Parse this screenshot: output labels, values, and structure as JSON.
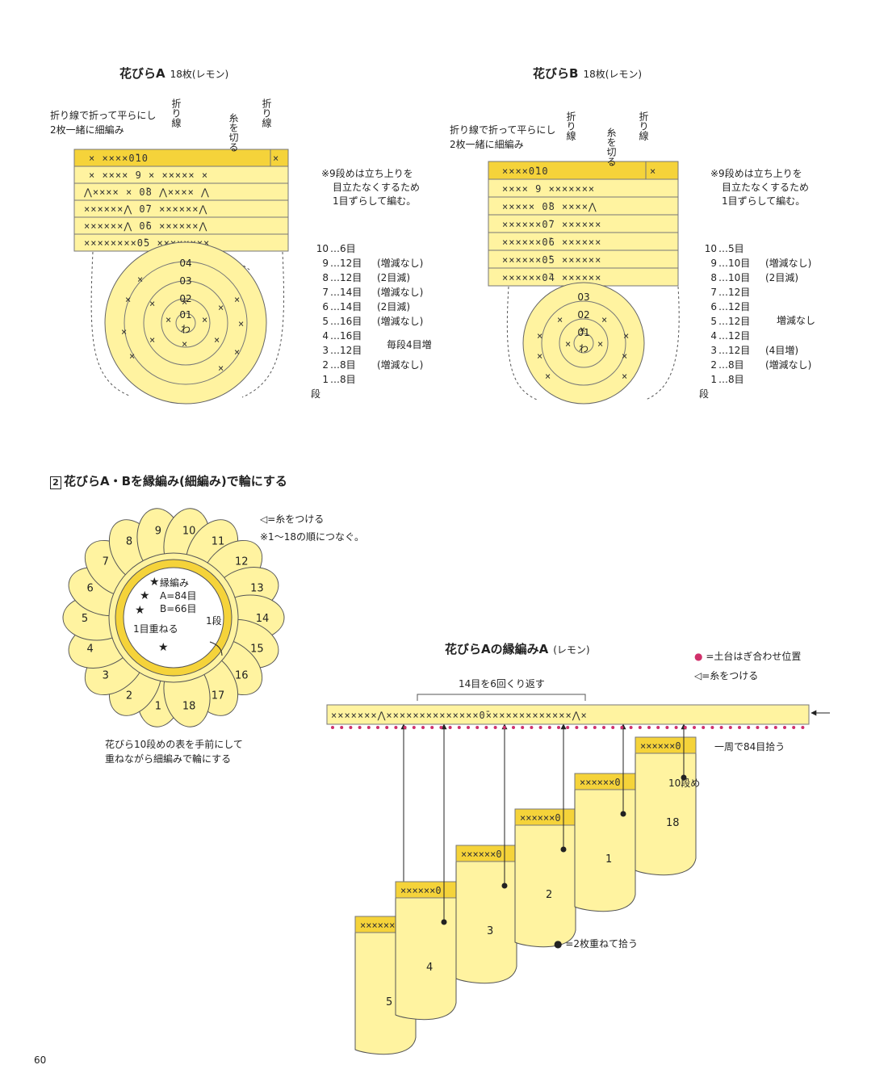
{
  "colors": {
    "yellow": "#fff3a0",
    "yellow_dark": "#f5d33a",
    "line": "#6b6b6b",
    "pink": "#d0306a"
  },
  "petal_a": {
    "title": "花びらA",
    "subtitle": "18枚(レモン)",
    "fold_note_1": "折り線で折って平らにし",
    "fold_note_2": "2枚一緒に細編み",
    "fold_line": "折り線",
    "cut_yarn": "糸を切る",
    "note_1": "※9段めは立ち上りを",
    "note_2": "目立たなくするため",
    "note_3": "1目ずらして編む。",
    "strip_rows": [
      "×××××0̄10",
      "× ××××  9 ×  ××××× ×",
      "⋀×××× × 0̄8 ⋀××××⋀",
      "××××××⋀ 0̄7 ××××××⋀",
      "××××××⋀ 0̄6 ××××××⋀",
      "××××××××0̄5 ××××××××"
    ],
    "rows": [
      {
        "n": "10",
        "c": "…6目",
        "m": ""
      },
      {
        "n": "9",
        "c": "…12目",
        "m": "(増減なし)"
      },
      {
        "n": "8",
        "c": "…12目",
        "m": "(2目減)"
      },
      {
        "n": "7",
        "c": "…14目",
        "m": "(増減なし)"
      },
      {
        "n": "6",
        "c": "…14目",
        "m": "(2目減)"
      },
      {
        "n": "5",
        "c": "…16目",
        "m": "(増減なし)"
      },
      {
        "n": "4",
        "c": "…16目",
        "m": ""
      },
      {
        "n": "3",
        "c": "…12目",
        "m": ""
      },
      {
        "n": "2",
        "c": "…8目",
        "m": "(増減なし)"
      },
      {
        "n": "1",
        "c": "…8目",
        "m": ""
      }
    ],
    "bracket_note": "毎段4目増",
    "dan": "段",
    "circle_labels": [
      "04",
      "03",
      "02",
      "01",
      "わ"
    ]
  },
  "petal_b": {
    "title": "花びらB",
    "subtitle": "18枚(レモン)",
    "fold_note_1": "折り線で折って平らにし",
    "fold_note_2": "2枚一緒に細編み",
    "fold_line": "折り線",
    "cut_yarn": "糸を切る",
    "note_1": "※9段めは立ち上りを",
    "note_2": "目立たなくするため",
    "note_3": "1目ずらして編む。",
    "rows": [
      {
        "n": "10",
        "c": "…5目",
        "m": ""
      },
      {
        "n": "9",
        "c": "…10目",
        "m": "(増減なし)"
      },
      {
        "n": "8",
        "c": "…10目",
        "m": "(2目減)"
      },
      {
        "n": "7",
        "c": "…12目",
        "m": ""
      },
      {
        "n": "6",
        "c": "…12目",
        "m": ""
      },
      {
        "n": "5",
        "c": "…12目",
        "m": ""
      },
      {
        "n": "4",
        "c": "…12目",
        "m": ""
      },
      {
        "n": "3",
        "c": "…12目",
        "m": "(4目増)"
      },
      {
        "n": "2",
        "c": "…8目",
        "m": "(増減なし)"
      },
      {
        "n": "1",
        "c": "…8目",
        "m": ""
      }
    ],
    "bracket_note": "増減なし",
    "dan": "段",
    "circle_labels": [
      "03",
      "02",
      "01",
      "わ"
    ]
  },
  "section2": {
    "num": "2",
    "title": "花びらA・Bを縁編み(細編み)で輪にする",
    "legend_1": "◁=糸をつける",
    "legend_2": "※1〜18の順につなぐ。",
    "ring_label_1": "縁編み",
    "ring_label_2": "A=84目",
    "ring_label_3": "B=66目",
    "ring_label_4": "1目重ねる",
    "ring_label_5": "1段",
    "caption_1": "花びら10段めの表を手前にして",
    "caption_2": "重ねながら細編みで輪にする",
    "petal_numbers": [
      "1",
      "2",
      "3",
      "4",
      "5",
      "6",
      "7",
      "8",
      "9",
      "10",
      "11",
      "12",
      "13",
      "14",
      "15",
      "16",
      "17",
      "18"
    ]
  },
  "edging": {
    "title": "花びらAの縁編みA",
    "subtitle": "(レモン)",
    "legend_dot": "=土台はぎ合わせ位置",
    "legend_attach": "◁=糸をつける",
    "repeat_label": "14目を6回くり返す",
    "pickup_label": "一周で84目拾う",
    "row10_label": "10段め",
    "two_layer_label": "=2枚重ねて拾う",
    "petals": [
      "5",
      "4",
      "3",
      "2",
      "1",
      "18"
    ]
  },
  "page_number": "60"
}
